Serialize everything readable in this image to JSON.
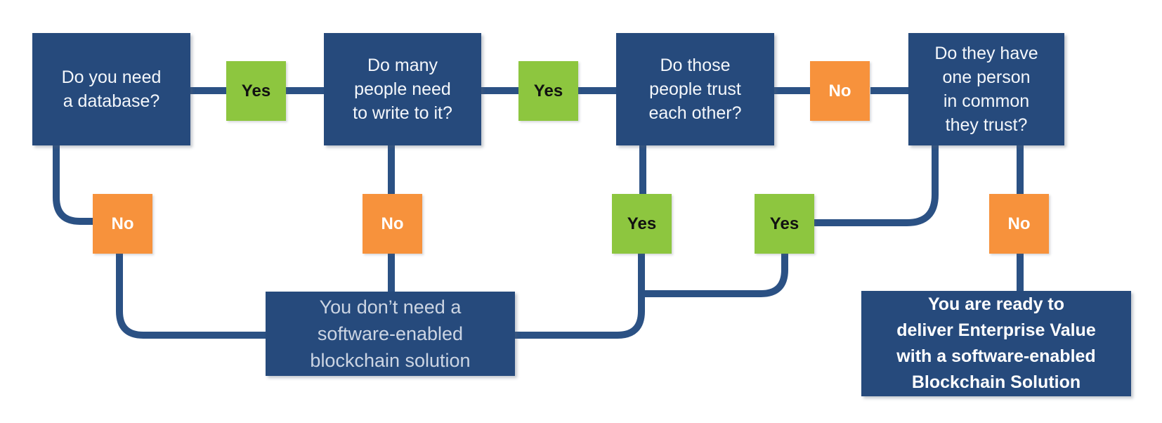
{
  "colors": {
    "background": "#FFFFFF",
    "box_blue": "#264A7C",
    "line_blue": "#2B5184",
    "yes_green": "#8DC63F",
    "no_orange": "#F7923C",
    "question_text": "#F4F7FB",
    "negative_text": "#CCD5E3",
    "positive_text": "#FFFFFF",
    "yes_text": "#111111",
    "no_text": "#FFFFFF"
  },
  "questions": [
    {
      "text": "Do you need\na database?"
    },
    {
      "text": "Do many\npeople need\nto write to it?"
    },
    {
      "text": "Do those\npeople trust\neach other?"
    },
    {
      "text": "Do they have\none person\nin common\nthey trust?"
    }
  ],
  "branch_labels": {
    "q1_yes": "Yes",
    "q1_no": "No",
    "q2_yes": "Yes",
    "q2_no": "No",
    "q3_yes": "Yes",
    "q3_no": "No",
    "q4_yes": "Yes",
    "q4_no": "No"
  },
  "outcomes": {
    "negative": {
      "text": "You don’t need a\nsoftware-enabled\nblockchain solution"
    },
    "positive": {
      "text": "You are ready to\ndeliver Enterprise Value\nwith a software-enabled\nBlockchain Solution"
    }
  }
}
